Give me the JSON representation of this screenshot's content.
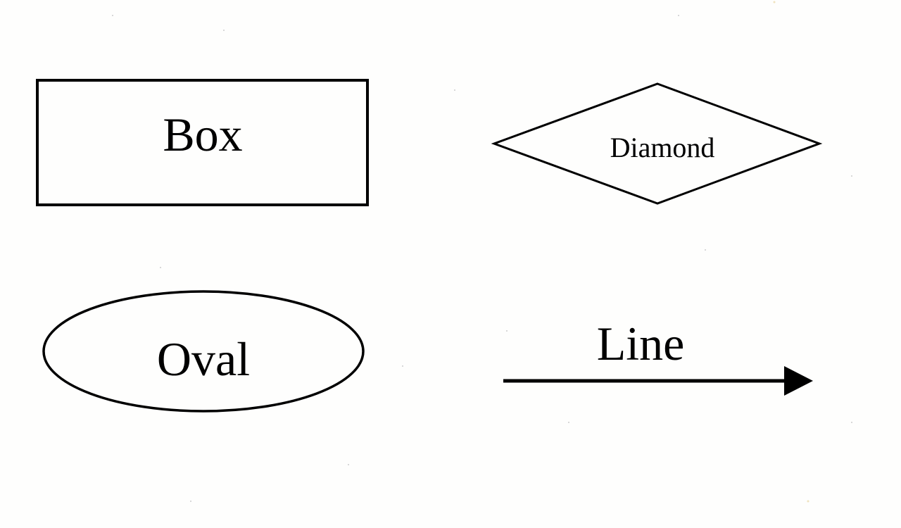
{
  "diagram": {
    "shapes": {
      "box": {
        "label": "Box"
      },
      "diamond": {
        "label": "Diamond"
      },
      "oval": {
        "label": "Oval"
      },
      "line": {
        "label": "Line"
      }
    }
  },
  "colors": {
    "stroke": "#000000",
    "background": "#ffffff"
  }
}
